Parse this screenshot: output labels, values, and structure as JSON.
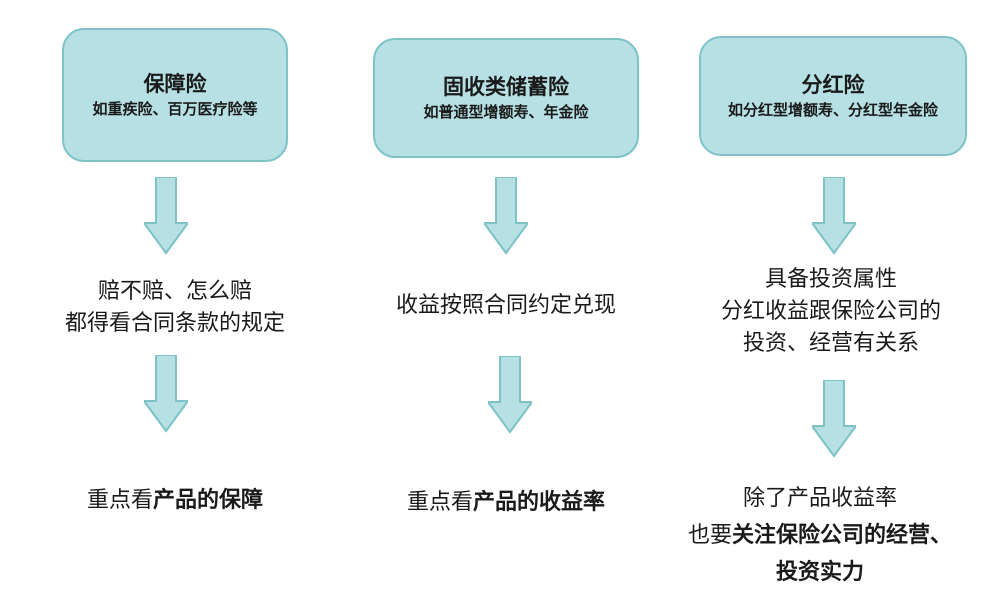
{
  "columns": [
    {
      "box_title": "保障险",
      "box_subtitle": "如重疾险、百万医疗险等",
      "mid_lines": [
        "赔不赔、怎么赔",
        "都得看合同条款的规定"
      ],
      "bottom_lines": [
        {
          "normal": "重点看",
          "bold": "产品的保障"
        }
      ]
    },
    {
      "box_title": "固收类储蓄险",
      "box_subtitle": "如普通型增额寿、年金险",
      "mid_lines": [
        "收益按照合同约定兑现"
      ],
      "bottom_lines": [
        {
          "normal": "重点看",
          "bold": "产品的收益率"
        }
      ]
    },
    {
      "box_title": "分红险",
      "box_subtitle": "如分红型增额寿、分红型年金险",
      "mid_lines": [
        "具备投资属性",
        "分红收益跟保险公司的",
        "投资、经营有关系"
      ],
      "bottom_lines": [
        {
          "normal": "除了产品收益率",
          "bold": ""
        },
        {
          "normal": "也要",
          "bold": "关注保险公司的经营、"
        },
        {
          "normal": "",
          "bold": "投资实力"
        }
      ]
    }
  ],
  "colors": {
    "box_fill": "#b6e0e3",
    "box_border": "#7cc2c7",
    "arrow_fill": "#b6e0e3",
    "arrow_stroke": "#7cc2c7"
  }
}
